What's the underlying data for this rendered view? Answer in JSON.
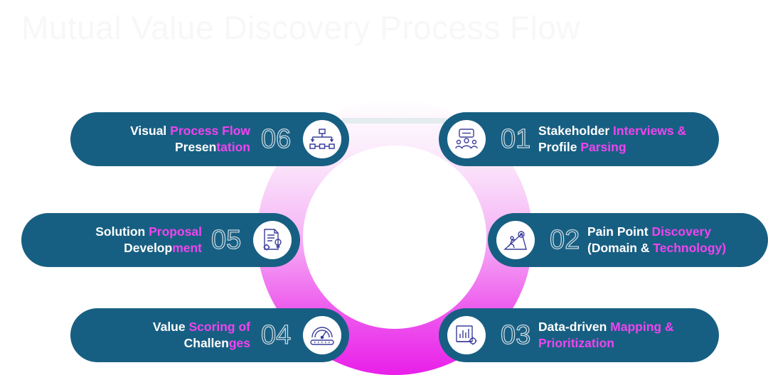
{
  "title": "Mutual Value Discovery Process Flow",
  "steps": [
    {
      "number": "01",
      "line1": [
        {
          "t": "Stakeholder ",
          "c": "w"
        },
        {
          "t": "Interviews &",
          "c": "p"
        }
      ],
      "line2": [
        {
          "t": "Profile ",
          "c": "w"
        },
        {
          "t": "Parsing",
          "c": "p"
        }
      ],
      "icon": "stakeholder-interview-icon"
    },
    {
      "number": "02",
      "line1": [
        {
          "t": "Pain Point ",
          "c": "w"
        },
        {
          "t": "Discovery",
          "c": "p"
        }
      ],
      "line2": [
        {
          "t": "(Domain & ",
          "c": "w"
        },
        {
          "t": "Technology)",
          "c": "p"
        }
      ],
      "icon": "climbing-mountain-icon"
    },
    {
      "number": "03",
      "line1": [
        {
          "t": "Data-driven ",
          "c": "w"
        },
        {
          "t": "Mapping &",
          "c": "p"
        }
      ],
      "line2": [
        {
          "t": "Prioritization",
          "c": "p"
        }
      ],
      "icon": "analytics-chart-icon"
    },
    {
      "number": "04",
      "line1": [
        {
          "t": "Value ",
          "c": "w"
        },
        {
          "t": "Scoring of",
          "c": "p"
        }
      ],
      "line2": [
        {
          "t": "Challen",
          "c": "w"
        },
        {
          "t": "ges",
          "c": "p"
        }
      ],
      "icon": "gauge-rating-icon"
    },
    {
      "number": "05",
      "line1": [
        {
          "t": "Solution ",
          "c": "w"
        },
        {
          "t": "Proposal",
          "c": "p"
        }
      ],
      "line2": [
        {
          "t": "Develop",
          "c": "w"
        },
        {
          "t": "ment",
          "c": "p"
        }
      ],
      "icon": "proposal-document-icon"
    },
    {
      "number": "06",
      "line1": [
        {
          "t": "Visual ",
          "c": "w"
        },
        {
          "t": "Process Flow",
          "c": "p"
        }
      ],
      "line2": [
        {
          "t": "Presen",
          "c": "w"
        },
        {
          "t": "tation",
          "c": "p"
        }
      ],
      "icon": "process-flow-icon"
    }
  ],
  "colors": {
    "pill": "#175f82",
    "accent": "#f043f0",
    "ring_bottom": "#e91fe9",
    "number_outline": "#c9d9e2"
  }
}
